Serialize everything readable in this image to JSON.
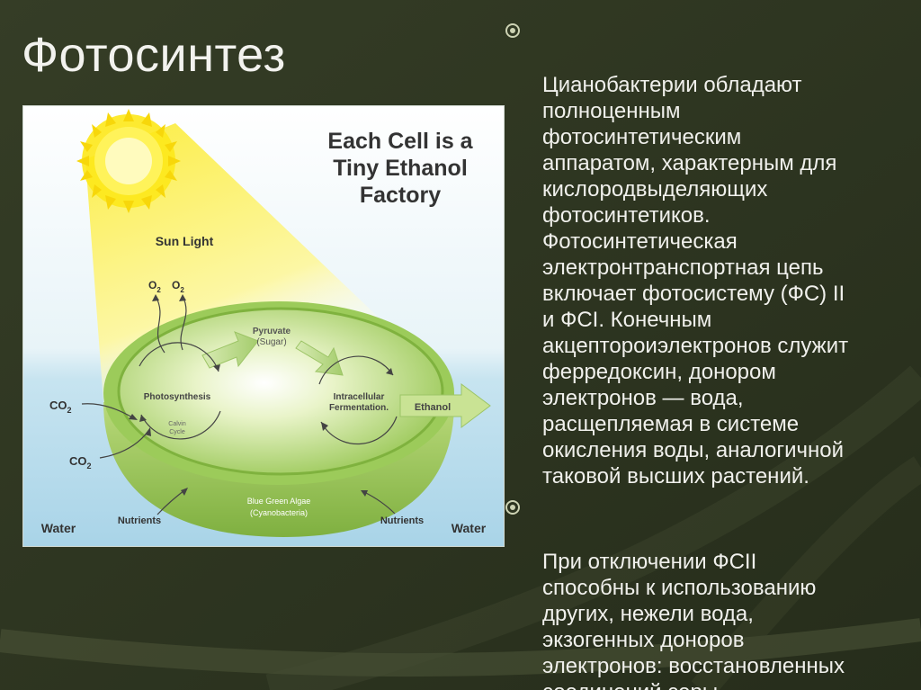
{
  "slide": {
    "title": "Фотосинтез"
  },
  "bullets": [
    {
      "text": "Цианобактерии обладают\nполноценным\nфотосинтетическим\nаппаратом, характерным для\nкислородвыделяющих\nфотосинтетиков.\nФотосинтетическая\nэлектронтранспортная цепь\nвключает фотосистему (ФС) II\nи ФСI. Конечным\nакцептороиэлектронов служит\nферредоксин, донором\nэлектронов — вода,\nрасщепляемая в системе\nокисления воды, аналогичной\nтаковой высших растений."
    },
    {
      "text": "При отключении ФСII\nспособны к использованию\nдругих, нежели вода,\nэкзогенных доноров\nэлектронов: восстановленных\nсоединений серы."
    }
  ],
  "figure": {
    "title_lines": [
      "Each Cell is a",
      "Tiny Ethanol",
      "Factory"
    ],
    "sun_light": "Sun Light",
    "o2_left": "O",
    "o2_left_sub": "2",
    "o2_right": "O",
    "o2_right_sub": "2",
    "co2_top": "CO",
    "co2_top_sub": "2",
    "co2_bottom": "CO",
    "co2_bottom_sub": "2",
    "pyruvate": "Pyruvate",
    "sugar": "(Sugar)",
    "photosynthesis": "Photosynthesis",
    "calvin": "Calvin",
    "cycle": "Cycle",
    "intracellular": "Intracellular",
    "fermentation": "Fermentation.",
    "ethanol": "Ethanol",
    "algae": "Blue Green Algae",
    "cyanobacteria": "(Cyanobacteria)",
    "nutrients_left": "Nutrients",
    "nutrients_right": "Nutrients",
    "water_left": "Water",
    "water_right": "Water"
  },
  "colors": {
    "background": "#2c3320",
    "bullet": "#cdd3b4",
    "sun": "#fde81a",
    "cell": "#8fc24f",
    "water": "#bfe0ef"
  }
}
